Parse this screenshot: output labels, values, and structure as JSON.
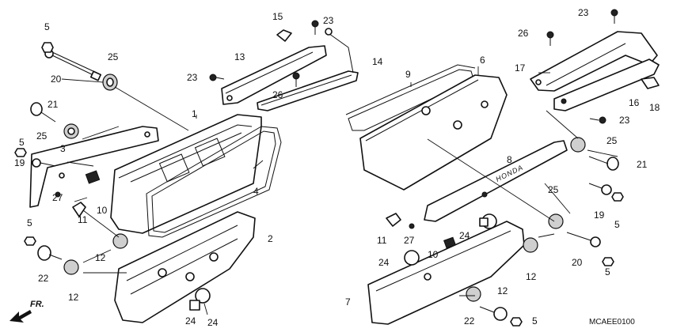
{
  "diagram": {
    "diagram_code": "MCAEE0100",
    "direction_label": "FR.",
    "brand_mark": "HONDA",
    "callouts": [
      {
        "id": "c5a",
        "text": "5"
      },
      {
        "id": "c25a",
        "text": "25"
      },
      {
        "id": "c20a",
        "text": "20"
      },
      {
        "id": "c15",
        "text": "15"
      },
      {
        "id": "c23a",
        "text": "23"
      },
      {
        "id": "c13",
        "text": "13"
      },
      {
        "id": "c14",
        "text": "14"
      },
      {
        "id": "c23b",
        "text": "23"
      },
      {
        "id": "c26a",
        "text": "26"
      },
      {
        "id": "c21a",
        "text": "21"
      },
      {
        "id": "c1",
        "text": "1"
      },
      {
        "id": "c25b",
        "text": "25"
      },
      {
        "id": "c5b",
        "text": "5"
      },
      {
        "id": "c3",
        "text": "3"
      },
      {
        "id": "c19a",
        "text": "19"
      },
      {
        "id": "c4",
        "text": "4"
      },
      {
        "id": "c10a",
        "text": "10"
      },
      {
        "id": "c27a",
        "text": "27"
      },
      {
        "id": "c11a",
        "text": "11"
      },
      {
        "id": "c5c",
        "text": "5"
      },
      {
        "id": "c2",
        "text": "2"
      },
      {
        "id": "c12a",
        "text": "12"
      },
      {
        "id": "c22a",
        "text": "22"
      },
      {
        "id": "c12b",
        "text": "12"
      },
      {
        "id": "c24a",
        "text": "24"
      },
      {
        "id": "c24b",
        "text": "24"
      },
      {
        "id": "c9",
        "text": "9"
      },
      {
        "id": "c6",
        "text": "6"
      },
      {
        "id": "c23c",
        "text": "23"
      },
      {
        "id": "c26b",
        "text": "26"
      },
      {
        "id": "c17",
        "text": "17"
      },
      {
        "id": "c16",
        "text": "16"
      },
      {
        "id": "c18",
        "text": "18"
      },
      {
        "id": "c23d",
        "text": "23"
      },
      {
        "id": "c25c",
        "text": "25"
      },
      {
        "id": "c21b",
        "text": "21"
      },
      {
        "id": "c8",
        "text": "8"
      },
      {
        "id": "c25d",
        "text": "25"
      },
      {
        "id": "c19b",
        "text": "19"
      },
      {
        "id": "c5d",
        "text": "5"
      },
      {
        "id": "c11b",
        "text": "11"
      },
      {
        "id": "c27b",
        "text": "27"
      },
      {
        "id": "c24c",
        "text": "24"
      },
      {
        "id": "c10b",
        "text": "10"
      },
      {
        "id": "c24d",
        "text": "24"
      },
      {
        "id": "c12c",
        "text": "12"
      },
      {
        "id": "c20b",
        "text": "20"
      },
      {
        "id": "c5e",
        "text": "5"
      },
      {
        "id": "c7",
        "text": "7"
      },
      {
        "id": "c12d",
        "text": "12"
      },
      {
        "id": "c22b",
        "text": "22"
      },
      {
        "id": "c5f",
        "text": "5"
      }
    ]
  }
}
